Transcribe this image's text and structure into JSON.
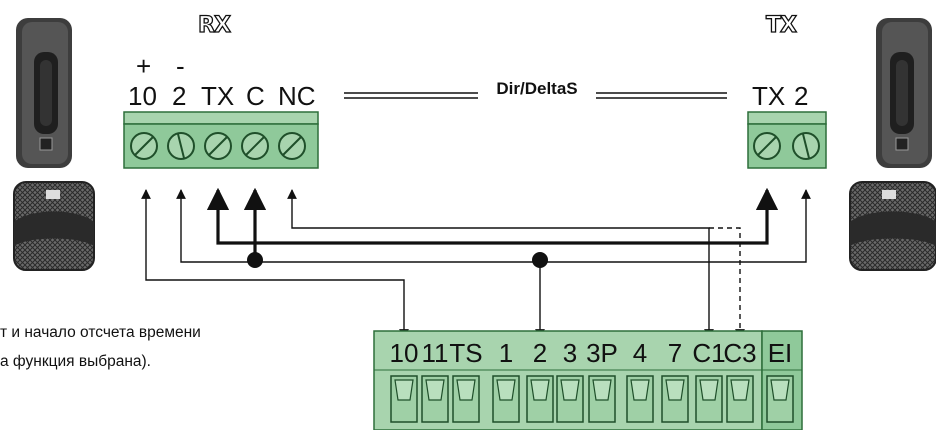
{
  "receiver": {
    "title": "RX",
    "terminals": [
      {
        "polarity": "+",
        "label": "10"
      },
      {
        "polarity": "-",
        "label": "2"
      },
      {
        "polarity": "",
        "label": "TX"
      },
      {
        "polarity": "",
        "label": "C"
      },
      {
        "polarity": "",
        "label": "NC"
      }
    ]
  },
  "transmitter": {
    "title": "TX",
    "terminals": [
      {
        "label": "TX"
      },
      {
        "label": "2"
      }
    ]
  },
  "link_label": "Dir/DeltaS",
  "control_board": {
    "terminals": [
      "10",
      "11",
      "TS",
      "1",
      "2",
      "3",
      "3P",
      "4",
      "7",
      "C1",
      "C3",
      "EI"
    ]
  },
  "note": {
    "line1": "т и начало отсчета времени",
    "line2": "а функция выбрана)."
  },
  "colors": {
    "terminal_green": "#8fc99a",
    "terminal_stroke": "#2d6e3a",
    "board_green": "#a8d4ae",
    "wire": "#111111"
  }
}
